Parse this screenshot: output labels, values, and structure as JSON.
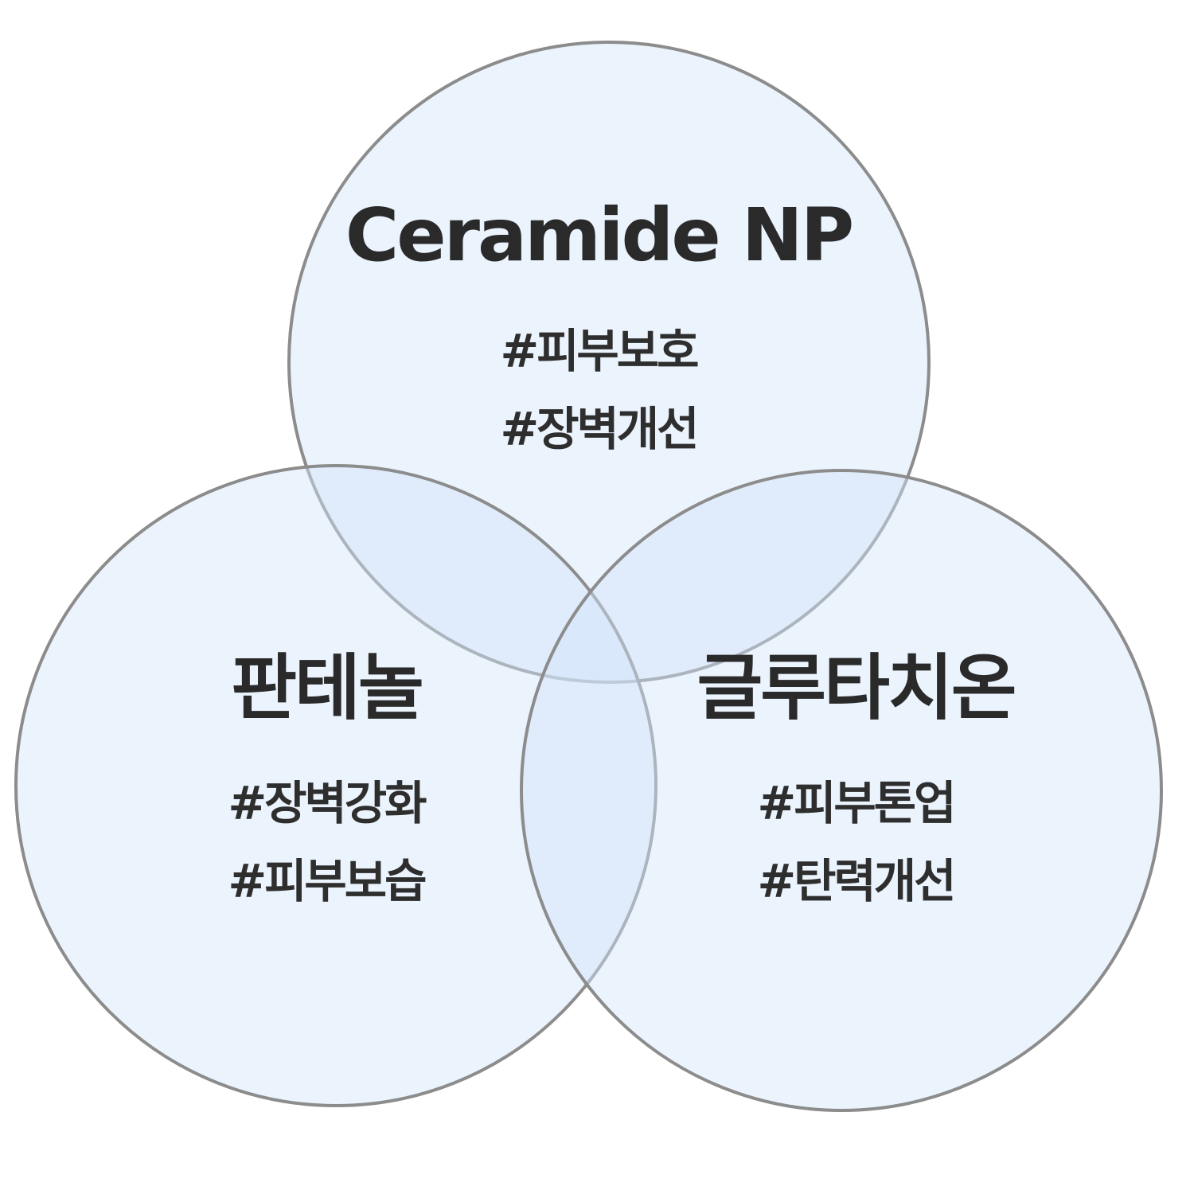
{
  "sets": [
    {
      "id": "top",
      "title": "Ceramide NP",
      "tags": [
        "#피부보호",
        "#장벽개선"
      ]
    },
    {
      "id": "left",
      "title": "판테놀",
      "tags": [
        "#장벽강화",
        "#피부보습"
      ]
    },
    {
      "id": "right",
      "title": "글루타치온",
      "tags": [
        "#피부톤업",
        "#탄력개선"
      ]
    }
  ],
  "colors": {
    "circle_fill": "#e8f1fd",
    "circle_stroke": "#8c8c8c",
    "text": "#2a2a2a"
  }
}
